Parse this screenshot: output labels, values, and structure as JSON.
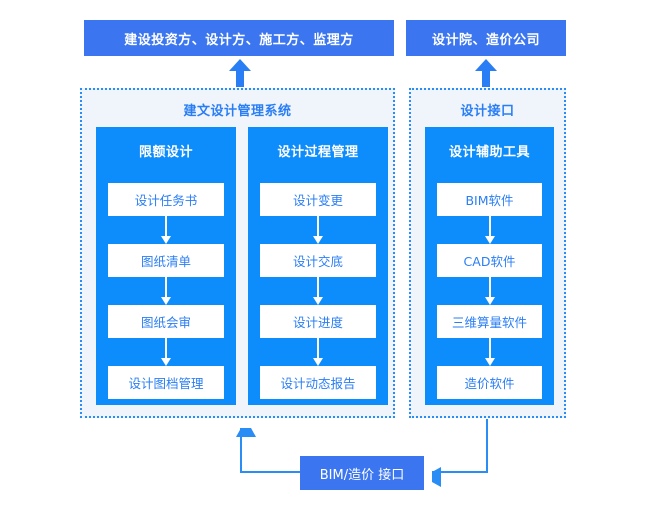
{
  "colors": {
    "royal_blue": "#3b76f0",
    "bright_blue": "#0d8cfb",
    "line_blue": "#2a8cf5",
    "panel_bg": "#f0f5fb",
    "white": "#ffffff"
  },
  "top_bars": [
    {
      "label": "建设投资方、设计方、施工方、监理方"
    },
    {
      "label": "设计院、造价公司"
    }
  ],
  "panels": [
    {
      "title": "建文设计管理系统",
      "columns": [
        {
          "title": "限额设计",
          "items": [
            "设计任务书",
            "图纸清单",
            "图纸会审",
            "设计图档管理"
          ]
        },
        {
          "title": "设计过程管理",
          "items": [
            "设计变更",
            "设计交底",
            "设计进度",
            "设计动态报告"
          ]
        }
      ]
    },
    {
      "title": "设计接口",
      "columns": [
        {
          "title": "设计辅助工具",
          "items": [
            "BIM软件",
            "CAD软件",
            "三维算量软件",
            "造价软件"
          ]
        }
      ]
    }
  ],
  "interface_box": {
    "label": "BIM/造价 接口"
  }
}
